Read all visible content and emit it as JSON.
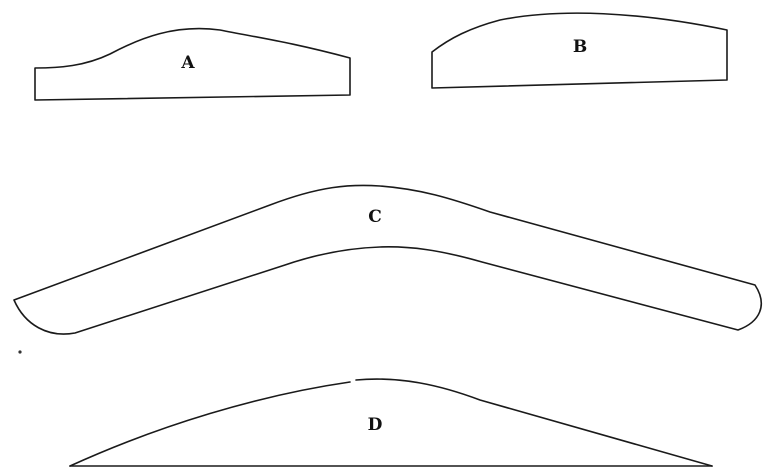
{
  "figure": {
    "shapes": [
      {
        "id": "A",
        "label": "A"
      },
      {
        "id": "B",
        "label": "B"
      },
      {
        "id": "C",
        "label": "C"
      },
      {
        "id": "D",
        "label": "D"
      }
    ],
    "colors": {
      "stroke": "#1a1a1a",
      "background": "#ffffff",
      "label": "#111111"
    }
  }
}
